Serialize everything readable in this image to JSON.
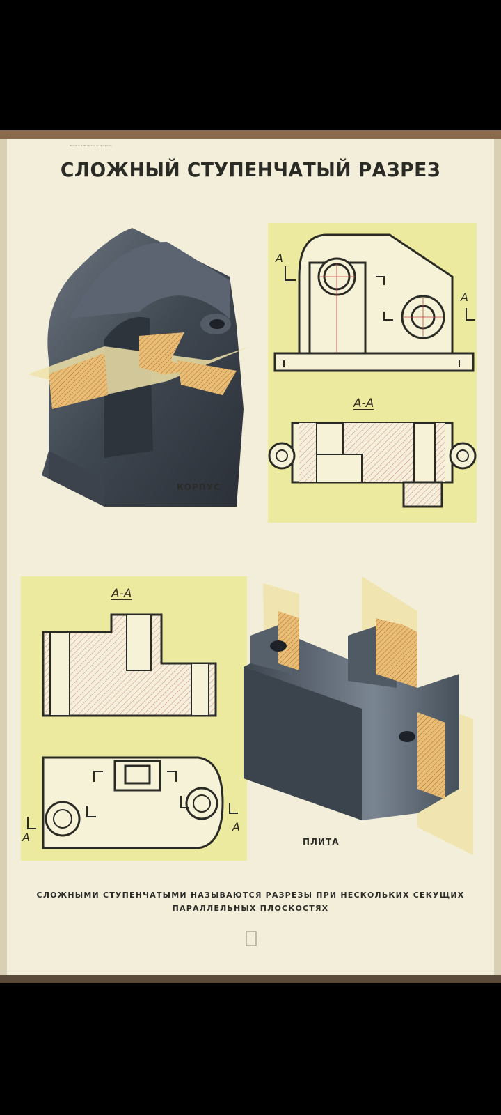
{
  "poster": {
    "title": "СЛОЖНЫЙ СТУПЕНЧАТЫЙ РАЗРЕЗ",
    "top_left_small_print": "Плакат 2. 5. 33 Чертеж на 19 страниц",
    "label_korpus": "КОРПУС",
    "label_plita": "ПЛИТА",
    "section_label_top": "А-А",
    "section_label_bottom": "А-А",
    "plane_letter": "А",
    "definition_line_1": "СЛОЖНЫМИ СТУПЕНЧАТЫМИ НАЗЫВАЮТСЯ РАЗРЕЗЫ ПРИ НЕСКОЛЬКИХ СЕКУЩИХ",
    "definition_line_2": "ПАРАЛЛЕЛЬНЫХ ПЛОСКОСТЯХ"
  },
  "colors": {
    "paper": "#f3eed9",
    "panel_yellow": "#ecea9e",
    "metal_dark": "#444c55",
    "wood_section": "#e8c37a",
    "hatch_red": "#c56a5a",
    "ink": "#2b2b26",
    "frame": "#8a6a4a"
  }
}
